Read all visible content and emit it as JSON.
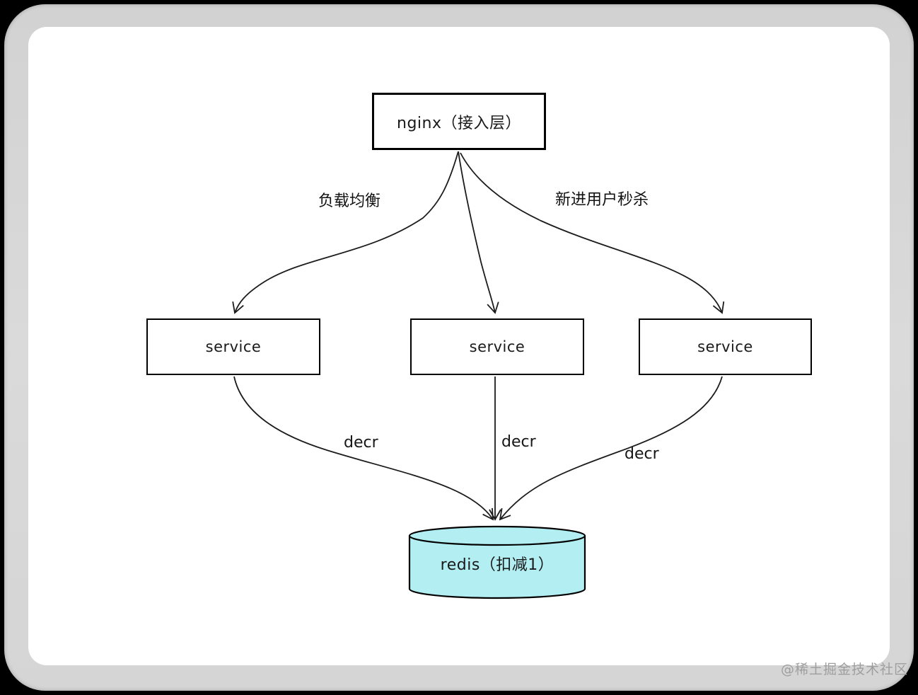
{
  "nodes": {
    "nginx": {
      "label": "nginx（接入层）"
    },
    "services": [
      {
        "label": "service"
      },
      {
        "label": "service"
      },
      {
        "label": "service"
      }
    ],
    "redis": {
      "label": "redis（扣减1）"
    }
  },
  "edge_labels": {
    "load_balancing": "负载均衡",
    "new_user_seckill": "新进用户秒杀",
    "decr": [
      "decr",
      "decr",
      "decr"
    ]
  },
  "colors": {
    "redis_fill": "#b2eef2",
    "line": "#1c1c1c",
    "watermark": "#9e9e9e"
  },
  "watermark": "@稀土掘金技术社区"
}
